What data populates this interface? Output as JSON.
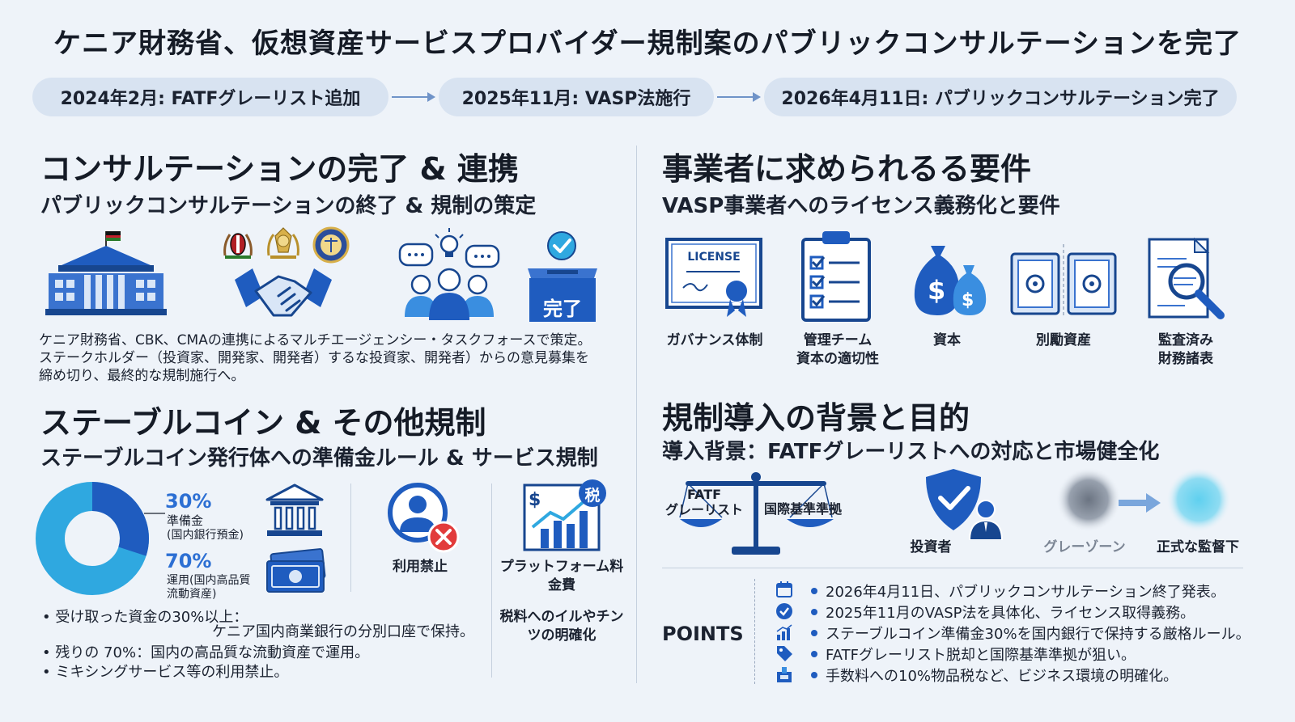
{
  "title": "ケニア財務省、仮想資産サービスプロバイダー規制案のパブリックコンサルテーションを完了",
  "timeline": [
    {
      "label": "2024年2月: FATFグレーリスト追加"
    },
    {
      "label": "2025年11月: VASP法施行"
    },
    {
      "label": "2026年4月11日: パブリックコンサルテーション完了"
    }
  ],
  "left": {
    "consult": {
      "heading": "コンサルテーションの完了 & 連携",
      "subheading": "パブリックコンサルテーションの終了 & 規制の策定",
      "box_label": "完了",
      "paragraph": "ケニア財務省、CBK、CMAの連携によるマルチエージェンシー・タスクフォースで策定。ステークホルダー（投資家、開発家、開発者）するな投資家、開発者）からの意見募集を締め切り、最終的な規制施行へ。"
    },
    "stable": {
      "heading": "ステーブルコイン & その他規制",
      "subheading": "ステーブルコイン発行体への準備金ルール & サービス規制",
      "pct1": "30%",
      "pct1_label": "準備金",
      "pct1_sub": "(国内銀行預金)",
      "pct2": "70%",
      "pct2_label": "運用(国内高品質",
      "pct2_sub": "流動資産)",
      "ban_label": "利用禁止",
      "fee_label": "プラットフォーム料金費",
      "tax_badge": "税",
      "tax_note": "税料へのイルやチンツの明確化",
      "bullets": [
        "• 受け取った資金の30%以上：",
        "ケニア国内商業銀行の分別口座で保持。",
        "• 残りの 70%：国内の高品質な流動資産で運用。",
        "• ミキシングサービス等の利用禁止。"
      ]
    }
  },
  "right": {
    "req": {
      "heading": "事業者に求められるる要件",
      "subheading": "VASP事業者へのライセンス義務化と要件",
      "license_text": "LICENSE",
      "items": [
        {
          "label": "ガバナンス体制"
        },
        {
          "label": "管理チーム\n資本の適切性"
        },
        {
          "label": "資本"
        },
        {
          "label": "別勵資産"
        },
        {
          "label": "監査済み\n財務諸表"
        }
      ]
    },
    "bg": {
      "heading": "規制導入の背景と目的",
      "subheading": "導入背景：FATFグレーリストへの対応と市場健全化",
      "scale_left": "FATF\nグレーリスト",
      "scale_right": "国際基準準拠",
      "investor": "投資者",
      "gray_zone": "グレーゾーン",
      "formal": "正式な監督下"
    },
    "points": {
      "label": "POINTS",
      "items": [
        "2026年4月11日、パブリックコンサルテーション終了発表。",
        "2025年11月のVASP法を具体化、ライセンス取得義務。",
        "ステーブルコイン準備金30%を国内銀行で保持する厳格ルール。",
        "FATFグレーリスト脱却と国際基準準拠が狙い。",
        "手数料への10%物品税など、ビジネス環境の明確化。"
      ]
    }
  },
  "colors": {
    "accent": "#1f5cbf",
    "light_blue": "#2fa8e0",
    "pill_bg": "#d8e3f1",
    "bg": "#eef3f9"
  },
  "donut": {
    "reserve_fraction": 0.3
  }
}
